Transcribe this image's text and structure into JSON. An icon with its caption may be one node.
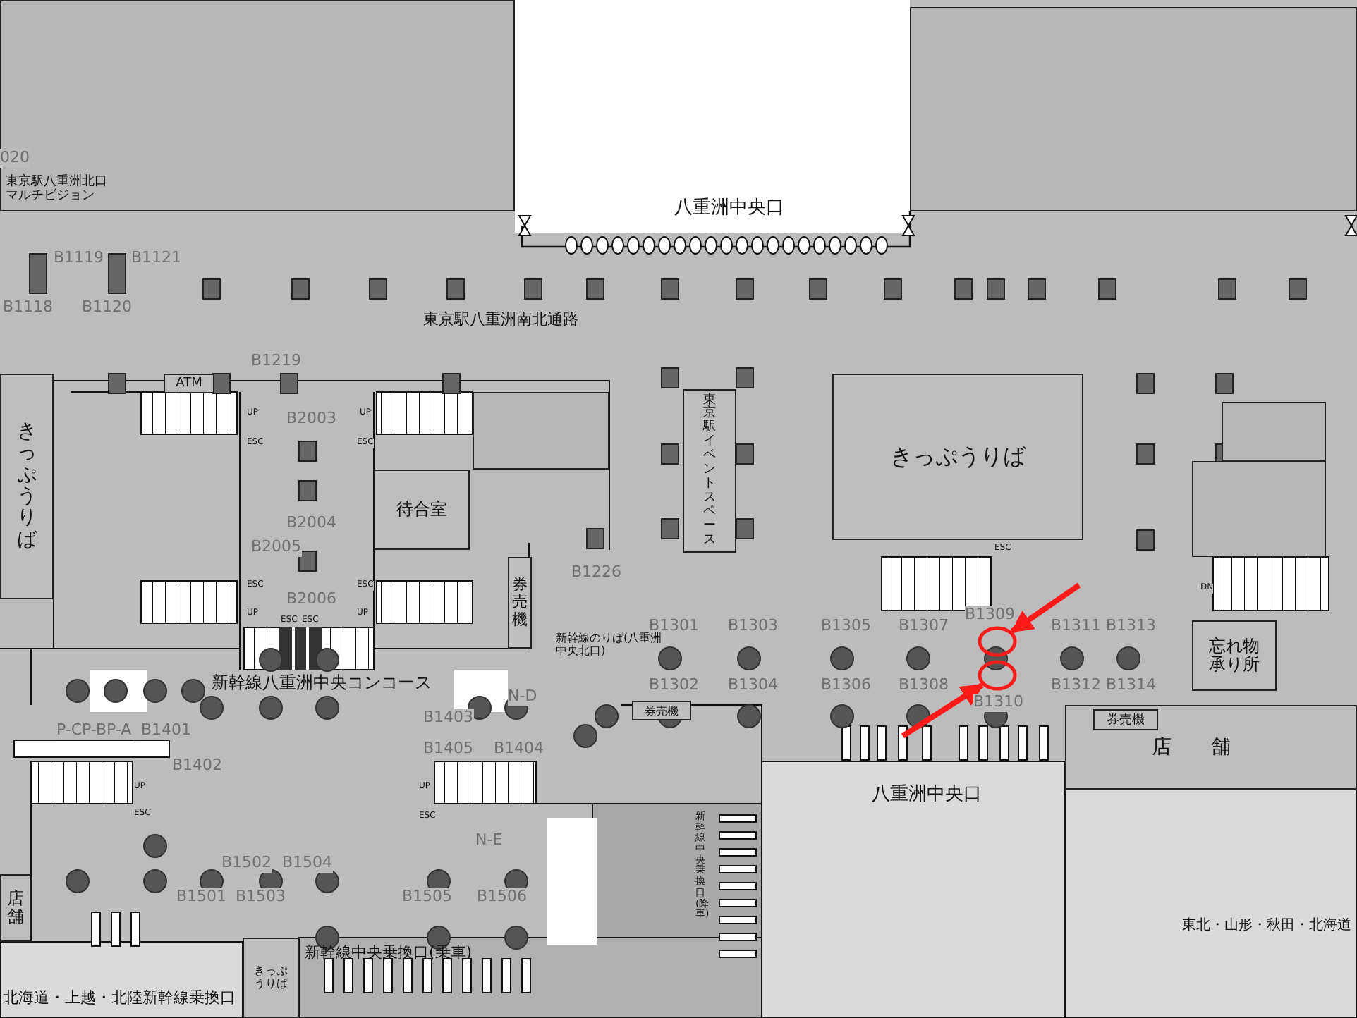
{
  "diagram": {
    "nodes": [
      {
        "text": [],
        "shape": "box"
      },
      {
        "text": [],
        "shape": "box"
      },
      {
        "text": [
          "きっぷうりば"
        ]
      },
      {
        "text": [
          "ATM"
        ]
      },
      {
        "text": [],
        "shape": "box"
      },
      {
        "text": [
          "待合室"
        ]
      },
      {
        "text": [
          "東京駅イベントスペース"
        ]
      },
      {
        "text": [
          "きっぷうりば"
        ]
      },
      {
        "text": [],
        "shape": "box"
      },
      {
        "text": [],
        "shape": "box"
      },
      {
        "text": [
          "券売機"
        ]
      },
      {
        "text": [
          "忘れ物承り所"
        ]
      },
      {
        "text": [
          "券売機"
        ]
      },
      {
        "text": [
          "券売機"
        ],
        "in": 14
      },
      {
        "text": [
          "店舗"
        ]
      },
      {
        "text": [
          "店舗"
        ]
      },
      {
        "text": [
          "きっぷうりば"
        ]
      },
      {
        "text": [],
        "shape": "circle"
      },
      {
        "text": [],
        "shape": "circle"
      }
    ],
    "edges": [
      {
        "from": null,
        "to": 17,
        "arrow": "to",
        "color": "#ff1a1a"
      },
      {
        "from": null,
        "to": 18,
        "arrow": "to",
        "color": "#ff1a1a"
      }
    ],
    "labels": [
      "020",
      "東京駅八重洲北口マルチビジョン",
      "八重洲中央口",
      "B1119",
      "B1121",
      "B1118",
      "B1120",
      "東京駅八重洲南北通路",
      "B1219",
      "B2003",
      "B2004",
      "B2005",
      "B2006",
      "B1226",
      "B1301",
      "B1303",
      "B1305",
      "B1307",
      "B1309",
      "B1311",
      "B1313",
      "新幹線のりば(八重洲中央北口)",
      "B1302",
      "B1304",
      "B1306",
      "B1308",
      "B1310",
      "B1312",
      "B1314",
      "新幹線八重洲中央コンコース",
      "N-D",
      "P-CP-BP-A",
      "B1401",
      "B1402",
      "B1403",
      "B1405",
      "B1404",
      "八重洲中央口",
      "N-E",
      "新幹線中央乗換口(降車)",
      "B1502",
      "B1504",
      "B1501",
      "B1503",
      "B1505",
      "B1506",
      "新幹線中央乗換口(乗車)",
      "北海道・上越・北陸新幹線乗換口",
      "東北・山形・秋田・北海道",
      "UP",
      "ESC",
      "UP",
      "ESC",
      "ESC",
      "UP",
      "ESC",
      "UP",
      "ESC",
      "ESC",
      "UP",
      "ESC",
      "UP",
      "ESC",
      "ESC",
      "DN"
    ]
  }
}
